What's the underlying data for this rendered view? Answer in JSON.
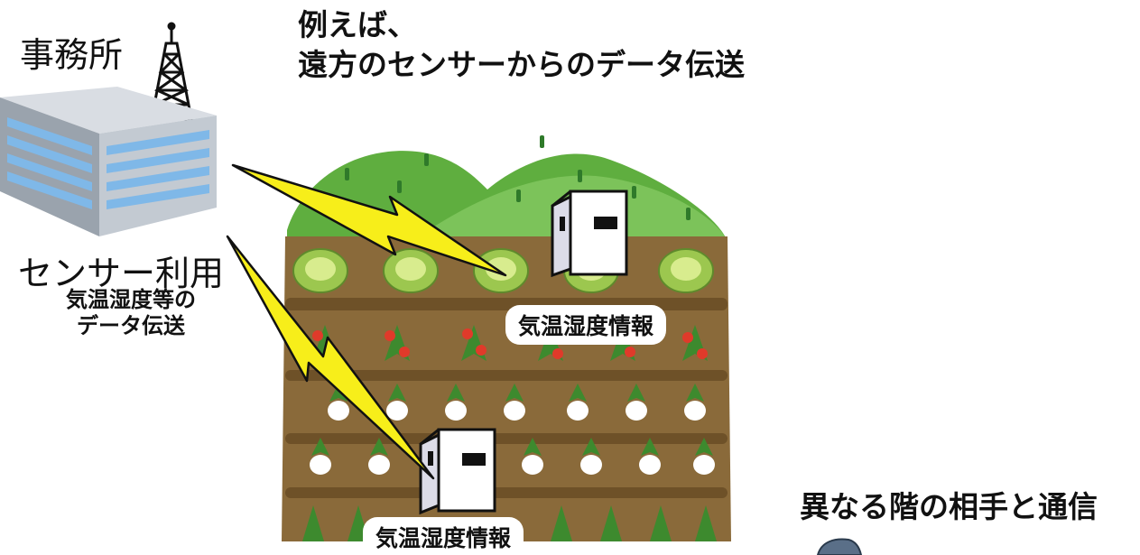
{
  "headline": {
    "line1": "例えば、",
    "line2": "遠方のセンサーからのデータ伝送"
  },
  "office": {
    "label": "事務所"
  },
  "sensor_use": {
    "title": "センサー利用",
    "line1": "気温湿度等の",
    "line2": "データ伝送"
  },
  "field_tags": {
    "tag_top": "気温湿度情報",
    "tag_bottom": "気温湿度情報"
  },
  "other_heading": "異なる階の相手と通信",
  "colors": {
    "hill": "#5fae3f",
    "hill_light": "#7cc35a",
    "soil": "#8a6a3a",
    "soil_dark": "#6e5128",
    "bolt": "#f7ee1a",
    "building_blue": "#7fb8e8",
    "cabbage": "#b8d96a"
  }
}
